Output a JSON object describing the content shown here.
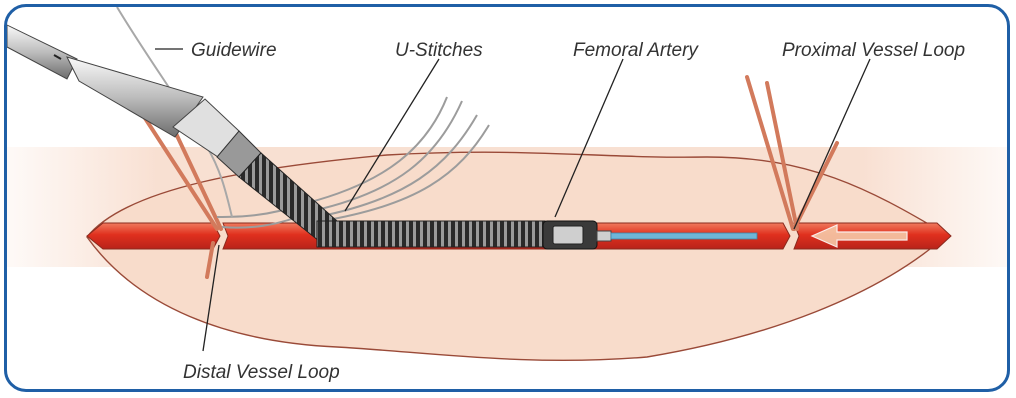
{
  "labels": {
    "guidewire": "Guidewire",
    "u_stitches": "U-Stitches",
    "femoral_artery": "Femoral Artery",
    "proximal_vessel_loop": "Proximal Vessel Loop",
    "distal_vessel_loop": "Distal Vessel Loop"
  },
  "colors": {
    "frame": "#1f5fa6",
    "tissue": "#f7d6c3",
    "artery": "#e33a2a",
    "vessel_loop": "#d27a5c",
    "catheter_blue": "#6fb6d8"
  }
}
